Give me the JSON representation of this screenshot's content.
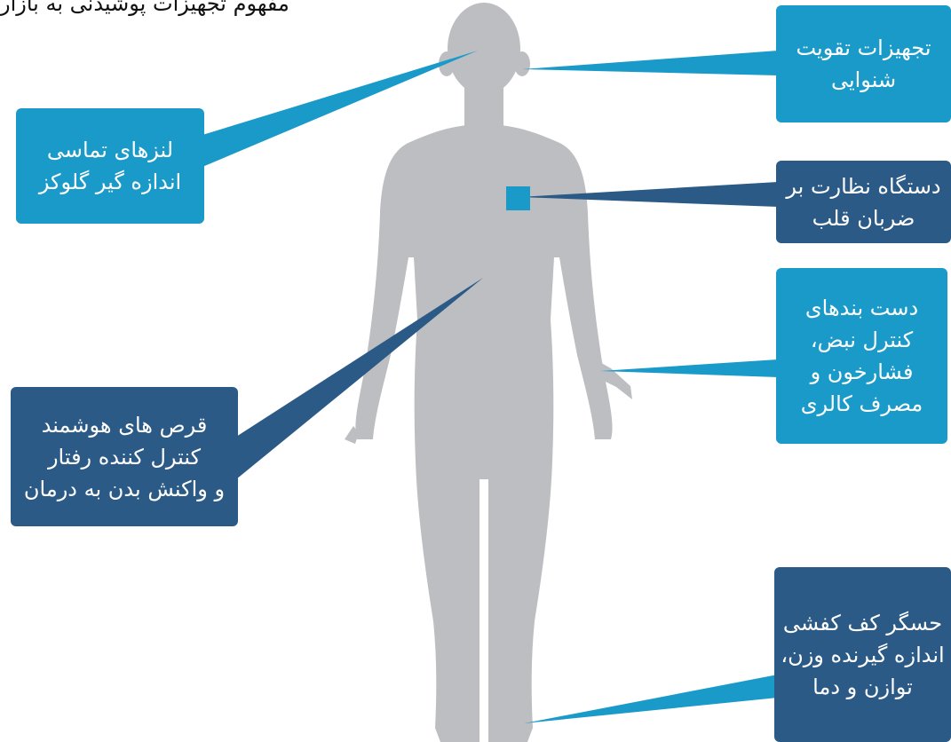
{
  "title": "مفهوم تجهیزات پوشیدنی به بازار",
  "colors": {
    "body": "#bdbec2",
    "light_blue": "#1a9ac9",
    "dark_blue": "#2a5a85",
    "marker": "#1a9ac9"
  },
  "callouts": [
    {
      "id": "hearing",
      "style": "light",
      "lines": [
        "تجهیزات تقویت",
        "شنوایی"
      ]
    },
    {
      "id": "contact-lens",
      "style": "light",
      "lines": [
        "لنزهای تماسی",
        "اندازه گیر گلوکز"
      ]
    },
    {
      "id": "heart-monitor",
      "style": "dark",
      "lines": [
        "دستگاه نظارت بر",
        "ضربان قلب"
      ]
    },
    {
      "id": "wristband",
      "style": "light",
      "lines": [
        "دست بندهای",
        "کنترل نبض،",
        "فشارخون و",
        "مصرف کالری"
      ]
    },
    {
      "id": "smart-pill",
      "style": "dark",
      "lines": [
        "قرص های هوشمند",
        "کنترل کننده رفتار",
        "و واکنش بدن به درمان"
      ]
    },
    {
      "id": "insole",
      "style": "dark",
      "lines": [
        "حسگر کف کفشی",
        "اندازه گیرنده وزن،",
        "توازن و دما"
      ]
    }
  ]
}
